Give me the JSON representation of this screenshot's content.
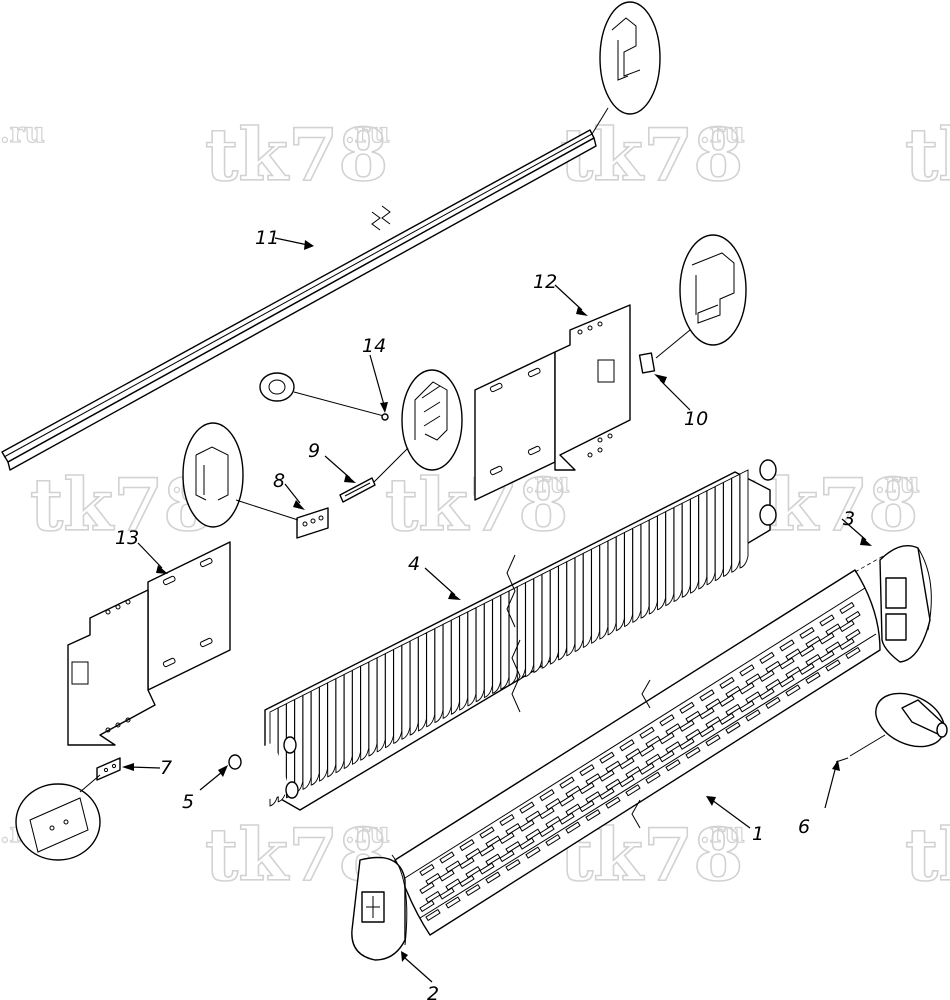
{
  "watermark": {
    "brand": "tk78",
    "suffix": ".ru"
  },
  "callouts": [
    {
      "id": "1",
      "label": "1"
    },
    {
      "id": "2",
      "label": "2"
    },
    {
      "id": "3",
      "label": "3"
    },
    {
      "id": "4",
      "label": "4"
    },
    {
      "id": "5",
      "label": "5"
    },
    {
      "id": "6",
      "label": "6"
    },
    {
      "id": "7",
      "label": "7"
    },
    {
      "id": "8",
      "label": "8"
    },
    {
      "id": "9",
      "label": "9"
    },
    {
      "id": "10",
      "label": "10"
    },
    {
      "id": "11",
      "label": "11"
    },
    {
      "id": "12",
      "label": "12"
    },
    {
      "id": "13",
      "label": "13"
    },
    {
      "id": "14",
      "label": "14"
    }
  ]
}
